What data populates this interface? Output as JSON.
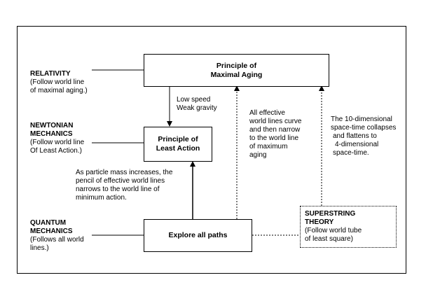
{
  "boxes": {
    "maximal_aging": {
      "line1": "Principle of",
      "line2": "Maximal Aging"
    },
    "least_action": {
      "line1": "Principle of",
      "line2": "Least Action"
    },
    "explore_paths": {
      "line1": "Explore all paths"
    },
    "superstring": {
      "line1": "SUPERSTRING",
      "line2": "THEORY",
      "line3": "(Follow world tube",
      "line4": "of least square)"
    }
  },
  "theories": {
    "relativity": {
      "title": "RELATIVITY",
      "line1": "(Follow world line",
      "line2": "of maximal aging.)"
    },
    "newtonian": {
      "title1": "NEWTONIAN",
      "title2": "MECHANICS",
      "line1": "(Follow world line",
      "line2": "Of Least Action.)"
    },
    "quantum": {
      "title1": "QUANTUM",
      "title2": "MECHANICS",
      "line1": "(Follows all world",
      "line2": "lines.)"
    }
  },
  "annotations": {
    "low_speed": {
      "line1": "Low speed",
      "line2": "Weak gravity"
    },
    "effective_lines": {
      "line1": "All effective",
      "line2": "world lines curve",
      "line3": "and then narrow",
      "line4": "to the world line",
      "line5": "of maximum",
      "line6": "aging"
    },
    "ten_dim": {
      "line1": "The 10-dimensional",
      "line2": "space-time collapses",
      "line3": "and flattens to",
      "line4": "4-dimensional",
      "line5": "space-time."
    },
    "particle_mass": {
      "line1": "As particle mass increases, the",
      "line2": "pencil of effective world lines",
      "line3": "narrows to the world line of",
      "line4": "minimum action."
    }
  }
}
